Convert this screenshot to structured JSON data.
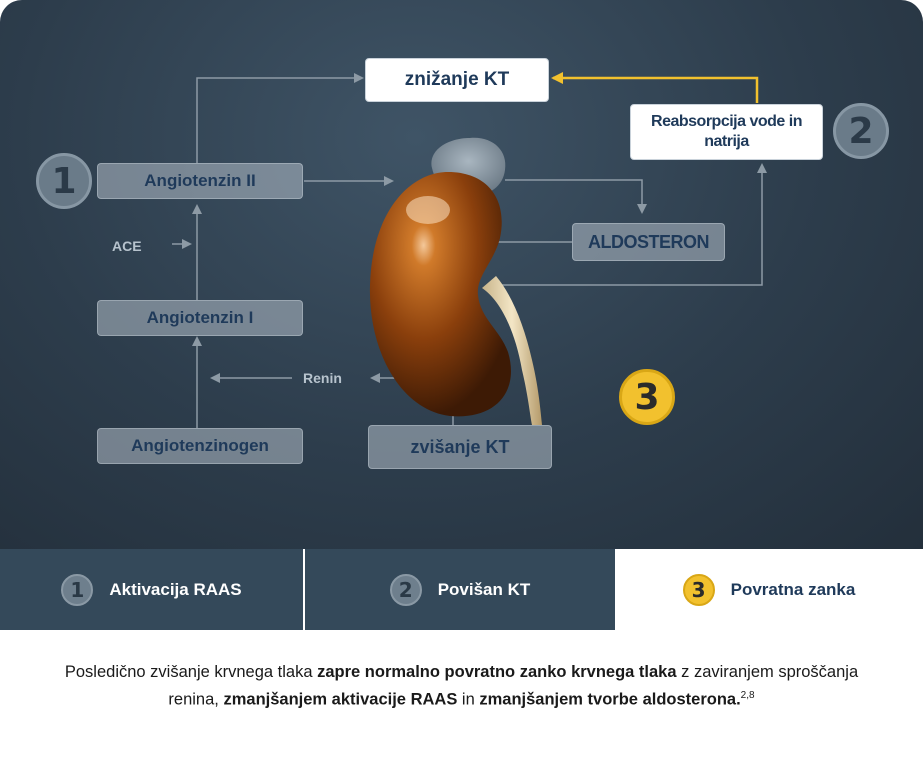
{
  "diagram": {
    "nodes": {
      "znizanje": "znižanje KT",
      "reabsorpcija": "Reabsorpcija vode in natrija",
      "angiotenzin2": "Angiotenzin II",
      "ace": "ACE",
      "aldosteron": "ALDOSTERON",
      "angiotenzin1": "Angiotenzin I",
      "renin": "Renin",
      "angiotenzinogen": "Angiotenzinogen",
      "zvisanje": "zvišanje KT"
    },
    "markers": {
      "one": "1",
      "two": "2",
      "three": "3"
    }
  },
  "tabs": [
    {
      "number": "1",
      "label": "Aktivacija RAAS",
      "active": false
    },
    {
      "number": "2",
      "label": "Povišan KT",
      "active": false
    },
    {
      "number": "3",
      "label": "Povratna zanka",
      "active": true
    }
  ],
  "caption": {
    "p1": "Posledično zvišanje krvnega tlaka ",
    "b1": "zapre normalno povratno zanko krvnega tlaka",
    "p2": " z zaviranjem sproščanja renina, ",
    "b2": "zmanjšanjem aktivacije RAAS",
    "p3": " in ",
    "b3": "zmanjšanjem tvorbe aldosterona.",
    "ref": "2,8"
  },
  "colors": {
    "accent_yellow": "#f2c12e",
    "navy_text": "#1f3a5a",
    "panel_dark": "#2d3d4c",
    "tab_dark": "#34495a"
  }
}
